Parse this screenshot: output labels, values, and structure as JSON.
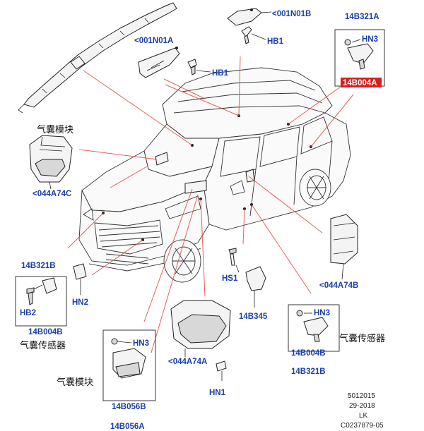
{
  "labels": {
    "n001_top": "<001N01B",
    "n001_left": "<001N01A",
    "hb1_top": "HB1",
    "hb1_left": "HB1",
    "b321a": "14B321A",
    "hn3_tr": "HN3",
    "b004a": "14B004A",
    "zh_module_left": "气囊模块",
    "a74c": "<044A74C",
    "b321b_left": "14B321B",
    "hn2": "HN2",
    "hb2": "HB2",
    "b004b_left": "14B004B",
    "zh_sensor_left": "气囊传感器",
    "hn3_mid": "HN3",
    "b056b": "14B056B",
    "zh_module_bottom": "气囊模块",
    "b056a": "14B056A",
    "a74a": "<044A74A",
    "hn1": "HN1",
    "hs1": "HS1",
    "b345": "14B345",
    "a74b": "<044A74B",
    "hn3_br": "HN3",
    "b004b_right": "14B004B",
    "b321b_right": "14B321B",
    "zh_sensor_right": "气囊传感器",
    "ref1": "5012015",
    "ref2": "29-2018",
    "ref3": "LK",
    "ref4": "C0237879-05"
  },
  "colors": {
    "callout_blue": "#1a3fa8",
    "highlight_red": "#d81e1e",
    "leader_red": "#e0443c"
  }
}
